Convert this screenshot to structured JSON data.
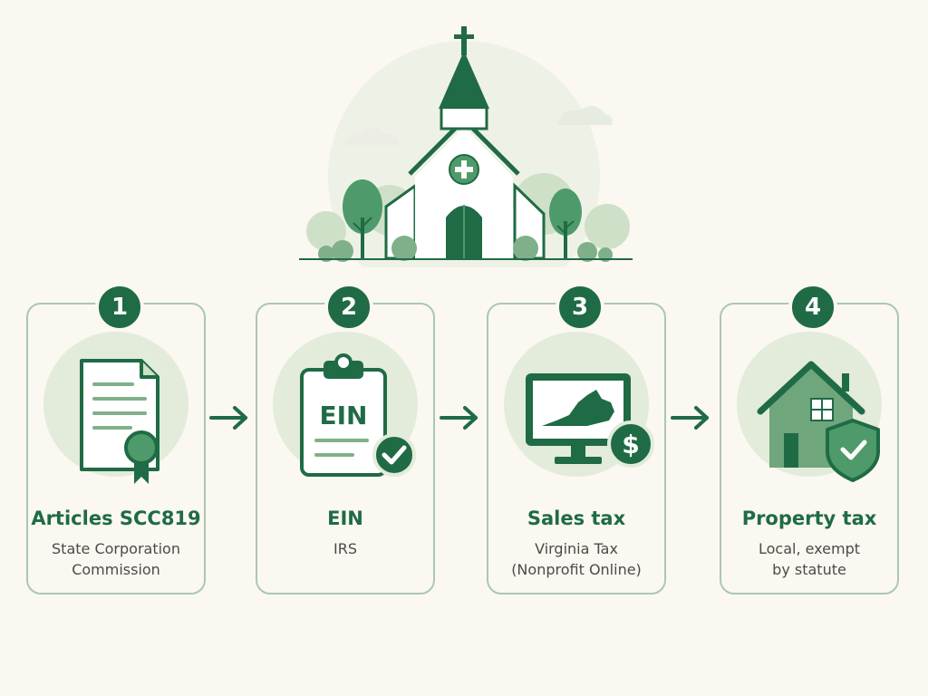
{
  "steps": [
    {
      "number": "1",
      "title": "Articles SCC819",
      "subtitle_lines": [
        "State Corporation",
        "Commission"
      ],
      "icon": "document-seal-icon"
    },
    {
      "number": "2",
      "title": "EIN",
      "subtitle_lines": [
        "IRS"
      ],
      "icon": "clipboard-check-icon",
      "icon_text": "EIN"
    },
    {
      "number": "3",
      "title": "Sales tax",
      "subtitle_lines": [
        "Virginia Tax",
        "(Nonprofit Online)"
      ],
      "icon": "monitor-dollar-icon",
      "icon_text": "$"
    },
    {
      "number": "4",
      "title": "Property tax",
      "subtitle_lines": [
        "Local, exempt",
        "by statute"
      ],
      "icon": "house-shield-icon"
    }
  ],
  "hero_icon": "church-icon",
  "colors": {
    "primary": "#1f6b45",
    "medium": "#4f9a6a",
    "light": "#e3ebdb",
    "border": "#aac8b0",
    "background": "#faf8f0"
  }
}
